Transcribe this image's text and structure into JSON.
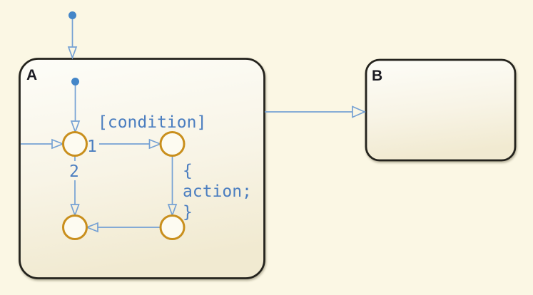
{
  "colors": {
    "canvas_background": "#fbf7e4",
    "state_fill_top": "#fdfdf8",
    "state_fill_bottom": "#f1ead1",
    "state_border": "#24231d",
    "state_name_text": "#1b1b22",
    "junction_stroke": "#c98f1d",
    "junction_fill": "#fdfbf1",
    "transition_line": "#75a1d4",
    "transition_dot": "#4486c8",
    "transition_label_text": "#4b7ec0"
  },
  "diagram": {
    "type": "stateflow-chart",
    "states": {
      "a": {
        "label": "A"
      },
      "b": {
        "label": "B"
      }
    },
    "junction_count": 4,
    "transitions": {
      "default_outer": {
        "kind": "default-transition",
        "target": "state A"
      },
      "default_inner": {
        "kind": "default-transition",
        "target": "junction 1"
      },
      "entry_left": {
        "kind": "transition",
        "source": "state A left edge",
        "target": "junction 1"
      },
      "j1_j2": {
        "source": "junction 1",
        "target": "junction 2",
        "priority": "1",
        "condition_label": "[condition]"
      },
      "j1_j3": {
        "source": "junction 1",
        "target": "junction 3",
        "priority": "2"
      },
      "j2_j4": {
        "source": "junction 2",
        "target": "junction 4",
        "action_lines": [
          "{",
          "action;",
          "}"
        ]
      },
      "j4_j3": {
        "source": "junction 4",
        "target": "junction 3"
      },
      "a_b": {
        "source": "state A",
        "target": "state B"
      }
    }
  }
}
